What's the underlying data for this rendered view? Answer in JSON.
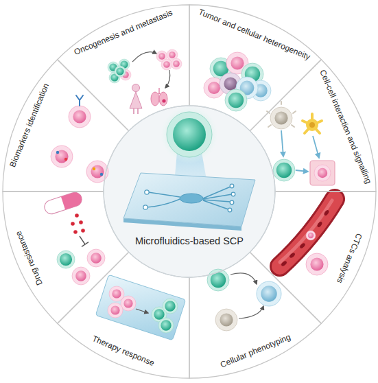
{
  "diagram": {
    "nodes": [
      {
        "text": [
          "Oncogenesis and metastasis"
        ]
      },
      {
        "text": [
          "Tumor and cellular heterogeneity"
        ]
      },
      {
        "text": [
          "Cell-cell interaction and signalling"
        ]
      },
      {
        "text": [
          "CTCs analysis"
        ]
      },
      {
        "text": [
          "Cellular phenotyping"
        ]
      },
      {
        "text": [
          "Therapy response"
        ]
      },
      {
        "text": [
          "Drug resistance"
        ]
      },
      {
        "text": [
          "Biomarkers identification"
        ]
      },
      {
        "text": [
          "Microfluidics-based SCP"
        ]
      }
    ]
  }
}
